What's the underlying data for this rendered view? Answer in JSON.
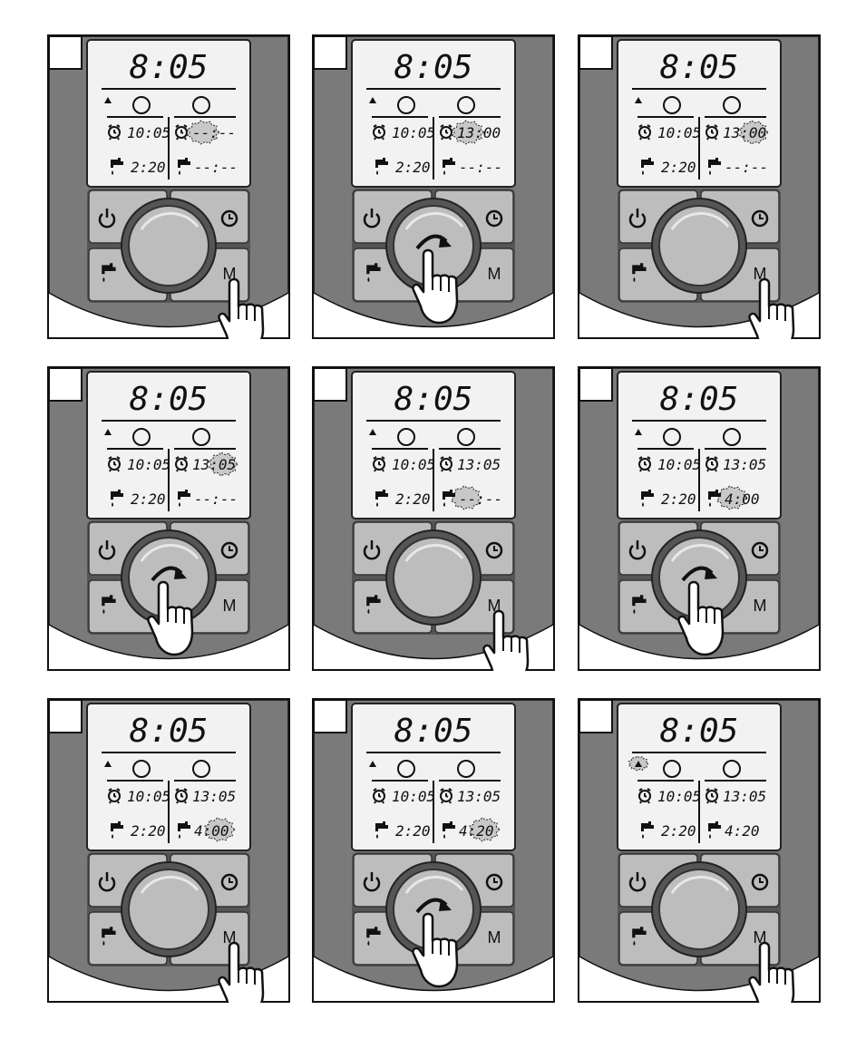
{
  "colors": {
    "outer_body": "#7a7a7a",
    "ring_dark": "#555555",
    "button_face": "#bdbdbd",
    "button_edge": "#555555",
    "knob_face": "#bdbdbd",
    "lcd_bg": "#f2f2f2",
    "highlight": "#c8c8c8"
  },
  "icons": {
    "power": "power-icon",
    "clock": "clock-icon",
    "tap": "tap-icon",
    "alarm": "alarm-clock-icon",
    "hand": "pointing-hand-icon",
    "rotate": "rotate-arrow-icon"
  },
  "button_labels": {
    "menu": "M"
  },
  "steps": [
    {
      "time": "8:05",
      "left_start": "10:05",
      "left_dur": "2:20",
      "right_start": "--:--",
      "right_dur": "--:--",
      "highlight": "right_start_hours",
      "action": "press_m",
      "triangle_highlight": false
    },
    {
      "time": "8:05",
      "left_start": "10:05",
      "left_dur": "2:20",
      "right_start": "13:00",
      "right_dur": "--:--",
      "highlight": "right_start_hours",
      "action": "turn_knob",
      "triangle_highlight": false
    },
    {
      "time": "8:05",
      "left_start": "10:05",
      "left_dur": "2:20",
      "right_start": "13:00",
      "right_dur": "--:--",
      "highlight": "right_start_mins",
      "action": "press_m",
      "triangle_highlight": false
    },
    {
      "time": "8:05",
      "left_start": "10:05",
      "left_dur": "2:20",
      "right_start": "13:05",
      "right_dur": "--:--",
      "highlight": "right_start_mins",
      "action": "turn_knob",
      "triangle_highlight": false
    },
    {
      "time": "8:05",
      "left_start": "10:05",
      "left_dur": "2:20",
      "right_start": "13:05",
      "right_dur": "--:--",
      "highlight": "right_dur_hours",
      "action": "press_m",
      "triangle_highlight": false
    },
    {
      "time": "8:05",
      "left_start": "10:05",
      "left_dur": "2:20",
      "right_start": "13:05",
      "right_dur": "4:00",
      "highlight": "right_dur_hours",
      "action": "turn_knob",
      "triangle_highlight": false
    },
    {
      "time": "8:05",
      "left_start": "10:05",
      "left_dur": "2:20",
      "right_start": "13:05",
      "right_dur": "4:00",
      "highlight": "right_dur_mins",
      "action": "press_m",
      "triangle_highlight": false
    },
    {
      "time": "8:05",
      "left_start": "10:05",
      "left_dur": "2:20",
      "right_start": "13:05",
      "right_dur": "4:20",
      "highlight": "right_dur_mins",
      "action": "turn_knob",
      "triangle_highlight": false
    },
    {
      "time": "8:05",
      "left_start": "10:05",
      "left_dur": "2:20",
      "right_start": "13:05",
      "right_dur": "4:20",
      "highlight": "none",
      "action": "press_m",
      "triangle_highlight": true
    }
  ]
}
